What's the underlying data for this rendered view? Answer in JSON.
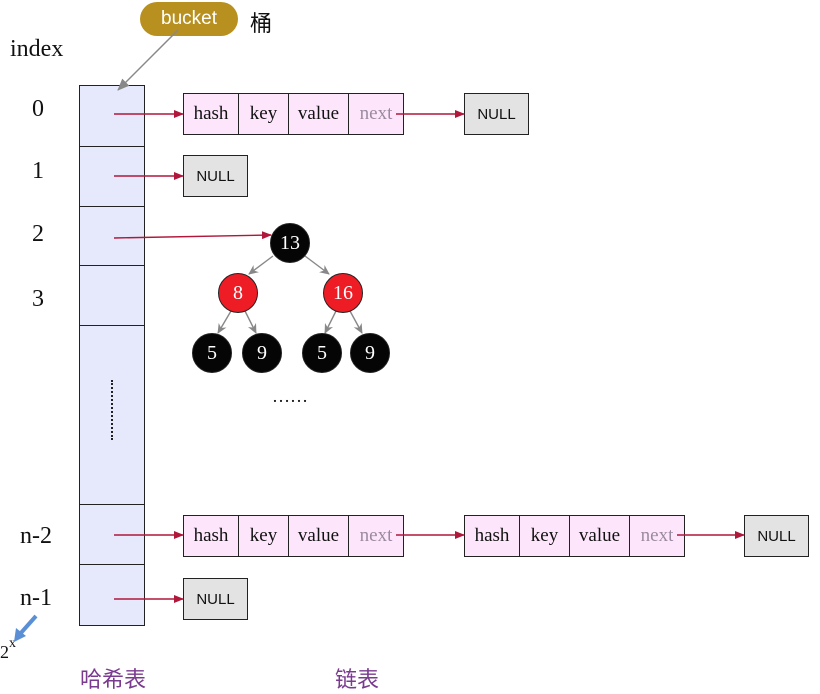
{
  "bucket": {
    "pill": "bucket",
    "cn": "桶"
  },
  "index_header": "index",
  "indices": [
    "0",
    "1",
    "2",
    "3",
    "n-2",
    "n-1"
  ],
  "size_label": {
    "base": "2",
    "exp": "x"
  },
  "node_fields": {
    "hash": "hash",
    "key": "key",
    "value": "value",
    "next": "next"
  },
  "null_label": "NULL",
  "tree": {
    "root": "13",
    "left": "8",
    "right": "16",
    "ll": "5",
    "lr": "9",
    "rl": "5",
    "rr": "9"
  },
  "ellipsis": "……",
  "captions": {
    "hash_table": "哈希表",
    "linked_list": "链表"
  },
  "colors": {
    "bucket_pill": "#b8901f",
    "table_fill": "#e6e9fb",
    "node_fill": "#fde6fb",
    "null_fill": "#e3e3e3",
    "arrow": "#b0173a",
    "tree_red": "#ee1c25",
    "tree_black": "#050505",
    "caption": "#7a3b8f"
  }
}
